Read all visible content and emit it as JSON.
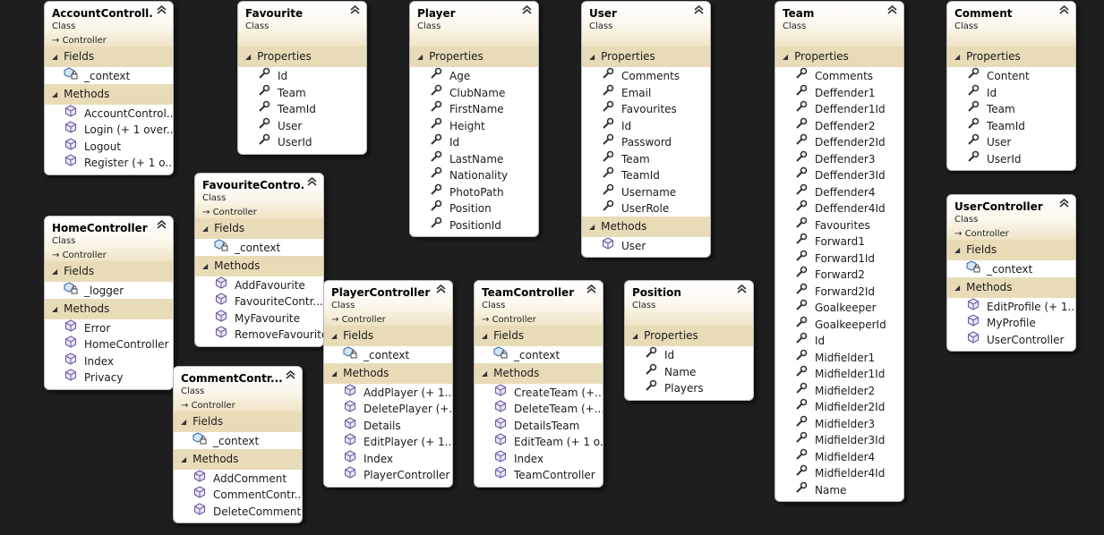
{
  "labels": {
    "class": "Class",
    "base": "Controller",
    "fields": "Fields",
    "methods": "Methods",
    "properties": "Properties"
  },
  "colors": {
    "background": "#1e1e1e",
    "section": "#e8dcb8",
    "header_gradient_end": "#efe4c6"
  },
  "icons": {
    "collapse": "double-chevron-up-icon",
    "base": "inheritance-arrow-icon",
    "property": "wrench-icon",
    "method": "cube-icon",
    "field": "field-lock-icon",
    "section": "expand-triangle-icon"
  },
  "classes": {
    "account": {
      "name": "AccountControll...",
      "fields": [
        "_context"
      ],
      "methods": [
        "AccountControl...",
        "Login (+ 1 over...",
        "Logout",
        "Register (+ 1 o..."
      ]
    },
    "favourite": {
      "name": "Favourite",
      "properties": [
        "Id",
        "Team",
        "TeamId",
        "User",
        "UserId"
      ]
    },
    "player": {
      "name": "Player",
      "properties": [
        "Age",
        "ClubName",
        "FirstName",
        "Height",
        "Id",
        "LastName",
        "Nationality",
        "PhotoPath",
        "Position",
        "PositionId"
      ]
    },
    "user": {
      "name": "User",
      "properties": [
        "Comments",
        "Email",
        "Favourites",
        "Id",
        "Password",
        "Team",
        "TeamId",
        "Username",
        "UserRole"
      ],
      "methods": [
        "User"
      ]
    },
    "team": {
      "name": "Team",
      "properties": [
        "Comments",
        "Deffender1",
        "Deffender1Id",
        "Deffender2",
        "Deffender2Id",
        "Deffender3",
        "Deffender3Id",
        "Deffender4",
        "Deffender4Id",
        "Favourites",
        "Forward1",
        "Forward1Id",
        "Forward2",
        "Forward2Id",
        "Goalkeeper",
        "GoalkeeperId",
        "Id",
        "Midfielder1",
        "Midfielder1Id",
        "Midfielder2",
        "Midfielder2Id",
        "Midfielder3",
        "Midfielder3Id",
        "Midfielder4",
        "Midfielder4Id",
        "Name"
      ]
    },
    "comment": {
      "name": "Comment",
      "properties": [
        "Content",
        "Id",
        "Team",
        "TeamId",
        "User",
        "UserId"
      ]
    },
    "favouriteController": {
      "name": "FavouriteContro...",
      "fields": [
        "_context"
      ],
      "methods": [
        "AddFavourite",
        "FavouriteContr...",
        "MyFavourite",
        "RemoveFavourite"
      ]
    },
    "home": {
      "name": "HomeController",
      "fields": [
        "_logger"
      ],
      "methods": [
        "Error",
        "HomeController",
        "Index",
        "Privacy"
      ]
    },
    "userController": {
      "name": "UserController",
      "fields": [
        "_context"
      ],
      "methods": [
        "EditProfile (+ 1...",
        "MyProfile",
        "UserController"
      ]
    },
    "playerController": {
      "name": "PlayerController",
      "fields": [
        "_context"
      ],
      "methods": [
        "AddPlayer (+ 1...",
        "DeletePlayer (+...",
        "Details",
        "EditPlayer (+ 1...",
        "Index",
        "PlayerController"
      ]
    },
    "teamController": {
      "name": "TeamController",
      "fields": [
        "_context"
      ],
      "methods": [
        "CreateTeam (+...",
        "DeleteTeam (+...",
        "DetailsTeam",
        "EditTeam (+ 1 o...",
        "Index",
        "TeamController"
      ]
    },
    "position": {
      "name": "Position",
      "properties": [
        "Id",
        "Name",
        "Players"
      ]
    },
    "commentController": {
      "name": "CommentContr...",
      "fields": [
        "_context"
      ],
      "methods": [
        "AddComment",
        "CommentContr...",
        "DeleteComment"
      ]
    }
  }
}
